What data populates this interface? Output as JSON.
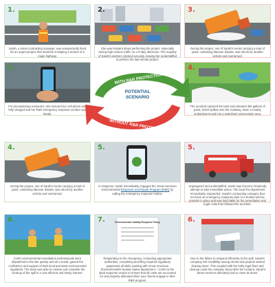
{
  "center": {
    "green_arrow_label": "WITH R&R PROTECTION",
    "red_arrow_label": "WITHOUT R&R PROTECTION",
    "title_line1": "POTENTIAL",
    "title_line2": "SCENARIO"
  },
  "panels": {
    "p1": {
      "num": "1.",
      "caption": "Sarah, a street contracting manager, was unexpectedly hired for an urgent project that involved re-striping a section of a major highway."
    },
    "p2": {
      "num": "2.",
      "caption": "She was hesitant about performing the project, especially during high-volume traffic on a Friday afternoon. The majority of Sarah's workers clocked out early, leaving her understaffed to perform the last-minute project."
    },
    "p3": {
      "num": "3.",
      "caption": "During the project, one of Sarah's trucks carrying a load of paint, containing titanium dioxide, was struck by another vehicle and overturned."
    },
    "p4": {
      "num": "3.",
      "caption": "For precautionary measures, she ensured her cell phone was fully charged and her R&R emergency response number was handy."
    },
    "p8": {
      "num": "4.",
      "caption": "The accident ruptured the tank and released 300 gallons of paint, which spilled onto the roadway, down a nearby embankment and into a waterfowl conservation area."
    },
    "p4b": {
      "num": "4.",
      "caption": "During the project, one of Sarah's trucks carrying a load of paint, containing titanium dioxide, was struck by another vehicle and overturned."
    },
    "p5": {
      "num": "5.",
      "caption_pre": "In response, Sarah immediately engaged the Great American Environmental ",
      "caption_link": "Response and Repair Program (R&R)",
      "caption_post": " by calling the emergency response hotline."
    },
    "p5b": {
      "num": "5.",
      "caption": "Unprepared and understaffed, Sarah was forced to frantically attempt to take immediate action. The local fire department immediately responded. Sarah's contracting company (but not have an emergency response plan or a trusted service provider in place and was held liable for the remediation and legal costs that followed the accident."
    },
    "p6": {
      "num": "6.",
      "caption": "CURA environmental remediation professionals were dispatched to the site quickly and as a result, gained the confidence and support of both local and state environmental regulators. The team was able to contain and complete the cleanup of the spill in a cost efficient and timely manner."
    },
    "p7": {
      "num": "7.",
      "caption": "Responding to the emergency, contacting appropriate authorities, completing and filing required regulatory paperwork all while working with Great American Environmental's trusted claims department – CURA is the ideal response vendor to ensure that all costs are accounted for and properly allocated when your clients engage in their R&R program.",
      "form_title": "Environmental Liability Response Policy"
    },
    "p6b": {
      "num": "6.",
      "caption": "Due to the failure to respond efficiently to the spill, Sarah's company lost credibility among clients and projects started slowing down. This coupled with the hefty legal fines and cleanup costs the company faced after the incident, Sarah's Street Services ultimately had to close its doors."
    }
  },
  "colors": {
    "green": "#4c9b3a",
    "red": "#e0413a",
    "blue": "#1f5c8a"
  }
}
